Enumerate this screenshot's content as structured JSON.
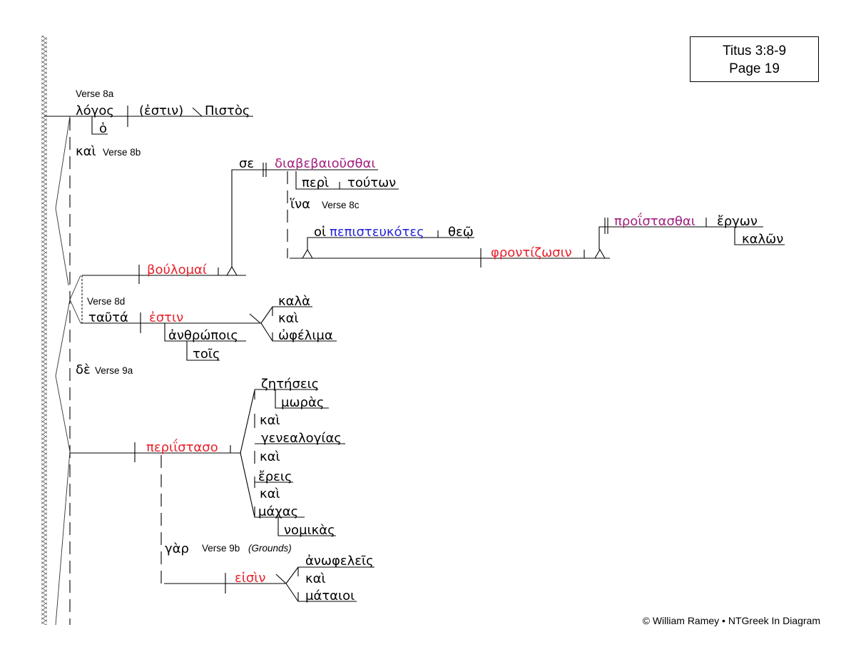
{
  "header": {
    "reference": "Titus 3:8-9",
    "page": "Page 19"
  },
  "footer": {
    "copyright": "© William Ramey • NTGreek In Diagram"
  },
  "colors": {
    "verb": "#e8202a",
    "infinitive": "#a3207e",
    "participle": "#2323d8"
  },
  "labels": {
    "v8a": "Verse 8a",
    "v8b": "Verse 8b",
    "v8c": "Verse 8c",
    "v8d": "Verse 8d",
    "v9a": "Verse 9a",
    "v9b": "Verse 9b",
    "grounds": "(Grounds)"
  },
  "words": {
    "logos": "λόγος",
    "estin_implied": "(ἐστιν)",
    "pistos": "Πιστὸς",
    "ho": "ὁ",
    "kai_8b": "καὶ",
    "boulomai": "βούλομαί",
    "se": "σε",
    "diabebaiousthai": "διαβεβαιοῦσθαι",
    "peri": "περὶ",
    "touton": "τούτων",
    "hina": "ἵνα",
    "hoi": "οἱ",
    "pepisteukotes": "πεπιστευκότες",
    "theo": "θεῷ",
    "phrontizosin": "φροντίζωσιν",
    "proistasthai": "προΐστασθαι",
    "ergon": "ἔργων",
    "kalon": "καλῶν",
    "tauta": "ταῦτά",
    "estin": "ἐστιν",
    "anthropois": "ἀνθρώποις",
    "tois": "τοῖς",
    "kala": "καλὰ",
    "kai_8d": "καὶ",
    "ophelima": "ὠφέλιμα",
    "de": "δὲ",
    "periistaso": "περιΐστασο",
    "zeteseis": "ζητήσεις",
    "moras": "μωρὰς",
    "kai_9a_1": "καὶ",
    "genealogias": "γενεαλογίας",
    "kai_9a_2": "καὶ",
    "ereis": "ἔρεις",
    "kai_9a_3": "καὶ",
    "machas": "μάχας",
    "nomikas": "νομικὰς",
    "gar": "γὰρ",
    "eisin": "εἰσὶν",
    "anopheleis": "ἀνωφελεῖς",
    "kai_9b": "καὶ",
    "mataioi": "μάταιοι"
  }
}
